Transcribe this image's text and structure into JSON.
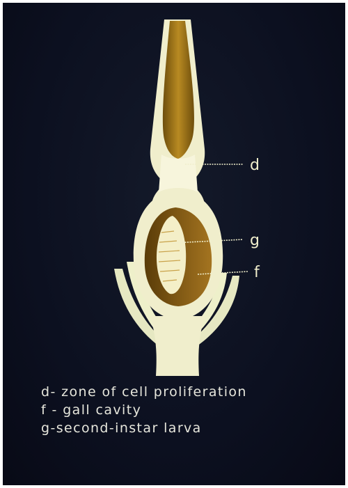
{
  "labels": {
    "d": "d",
    "g": "g",
    "f": "f"
  },
  "legend": [
    "d- zone of cell proliferation",
    "f - gall cavity",
    "g-second-instar larva"
  ],
  "colors": {
    "background": "#0c1020",
    "plant_tissue": "#f0eecc",
    "stem_core": "#a47a18",
    "gall_cavity": "#8e6216",
    "larva": "#f4efc8",
    "label_text": "#e6e6dc"
  }
}
